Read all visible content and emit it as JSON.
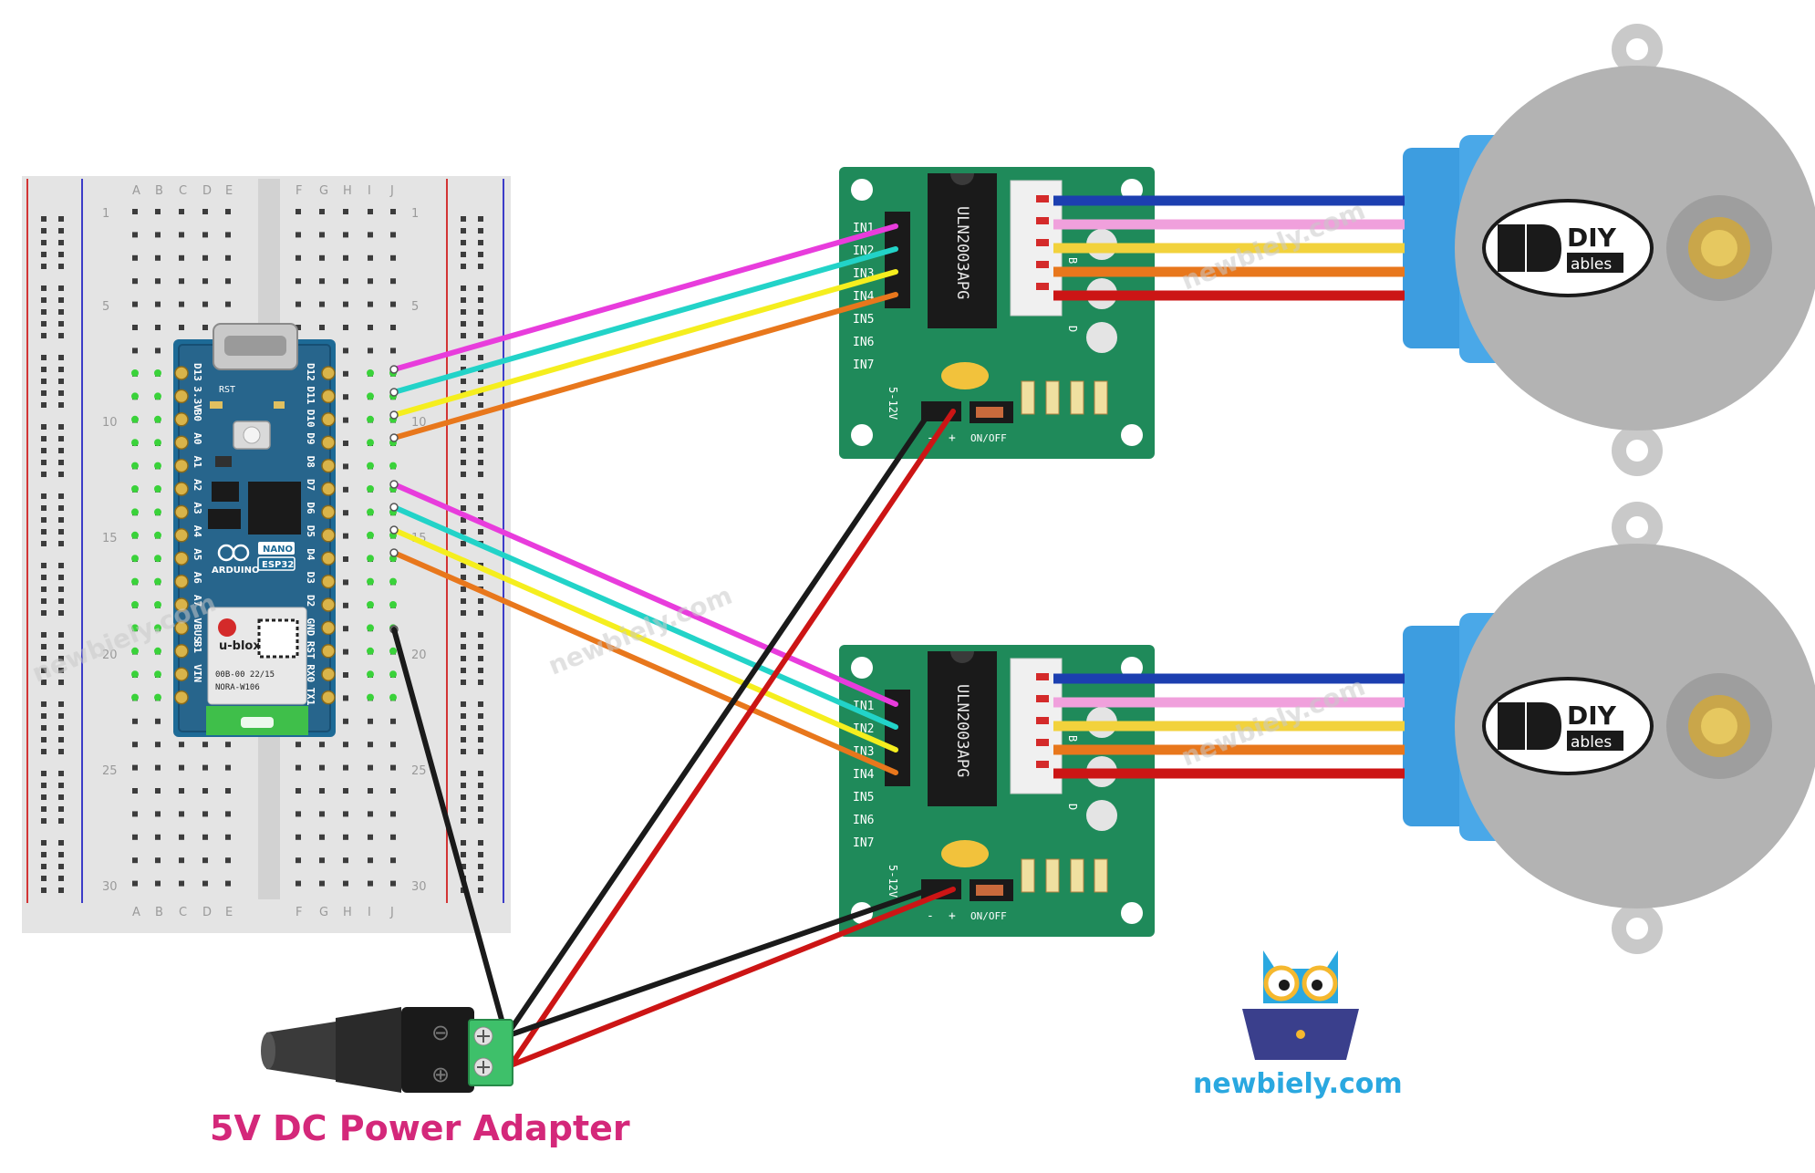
{
  "caption": "5V DC Power Adapter",
  "brand": {
    "site": "newbiely.com",
    "watermark": "newbiely.com"
  },
  "breadboard": {
    "columns_left": [
      "A",
      "B",
      "C",
      "D",
      "E"
    ],
    "columns_right": [
      "F",
      "G",
      "H",
      "I",
      "J"
    ],
    "row_numbers": [
      "1",
      "5",
      "10",
      "15",
      "20",
      "25",
      "30"
    ]
  },
  "arduino": {
    "brand": "ARDUINO",
    "model_top": "NANO",
    "model_bottom": "ESP32",
    "left_pins": [
      "D13",
      "3.3V",
      "B0",
      "A0",
      "A1",
      "A2",
      "A3",
      "A4",
      "A5",
      "A6",
      "A7",
      "VBUS",
      "B1",
      "VIN"
    ],
    "right_pins": [
      "D12",
      "D11",
      "D10",
      "D9",
      "D8",
      "D7",
      "D6",
      "D5",
      "D4",
      "D3",
      "D2",
      "GND",
      "RST",
      "RX0",
      "TX1"
    ],
    "rst_label": "RST",
    "module_brand": "u-blox",
    "module_line1": "00B-00 22/15",
    "module_line2": "NORA-W106"
  },
  "driver": {
    "chip": "ULN2003APG",
    "inputs": [
      "IN1",
      "IN2",
      "IN3",
      "IN4",
      "IN5",
      "IN6",
      "IN7"
    ],
    "voltage": "5-12V",
    "minus": "-",
    "plus": "+",
    "switch": "ON/OFF",
    "side_b": "B",
    "side_d": "D"
  },
  "motor": {
    "logo_diy": "DIY",
    "logo_ables": "ables"
  },
  "adapter": {
    "minus_symbol": "⊖",
    "plus_symbol": "⊕"
  },
  "colors": {
    "pink": "#e83cdc",
    "cyan": "#22d3c8",
    "yellow": "#f5ee1e",
    "orange": "#e8771c",
    "blue": "#1c3fb0",
    "lightpink": "#f0a0dc",
    "gold": "#f2d23c",
    "red": "#cc1515",
    "black": "#1a1a1a",
    "board_green": "#1f8a5a",
    "caption": "#d4287a",
    "brand_blue": "#2aa8e0"
  }
}
